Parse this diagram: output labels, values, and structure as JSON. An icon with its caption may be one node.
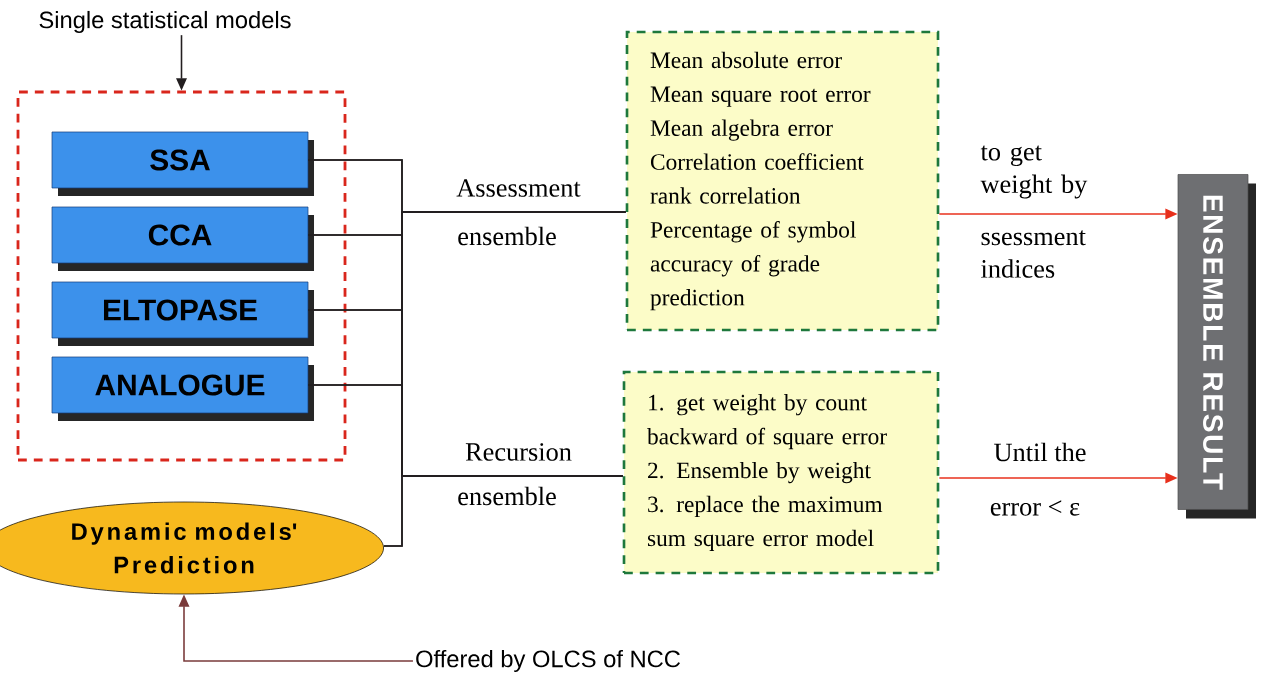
{
  "diagram": {
    "nodes": [
      {
        "text": [
          "Single statistical models"
        ]
      },
      {
        "text": [],
        "shape": "box"
      },
      {
        "text": [
          "SSA"
        ],
        "in": 1
      },
      {
        "text": [
          "CCA"
        ],
        "in": 1
      },
      {
        "text": [
          "ELTOPASE"
        ],
        "in": 1
      },
      {
        "text": [
          "ANALOGUE"
        ],
        "in": 1
      },
      {
        "text": [
          "Dynamic models' Prediction"
        ]
      },
      {
        "text": [
          "Offered by OLCS of NCC"
        ]
      },
      {
        "text": [
          "Mean absolute error",
          "Mean square root error",
          "Mean algebra error",
          "Correlation coefficient",
          "rank correlation",
          "Percentage of symbol accuracy of grade prediction"
        ]
      },
      {
        "text": [
          "1. get weight by count backward of square error",
          "2. Ensemble by weight",
          "3. replace the maximum sum square error model"
        ]
      },
      {
        "text": [
          "ENSEMBLE RESULT"
        ]
      }
    ],
    "edges": [
      {
        "from": 0,
        "to": 1,
        "arrow": "to"
      },
      {
        "from": 2,
        "to": 8,
        "arrow": "none",
        "label": "Assessment"
      },
      {
        "from": 3,
        "to": 8,
        "arrow": "none"
      },
      {
        "from": 4,
        "to": 8,
        "arrow": "none"
      },
      {
        "from": 5,
        "to": 8,
        "arrow": "none"
      },
      {
        "from": 6,
        "to": 8,
        "arrow": "none"
      },
      {
        "from": 2,
        "to": 9,
        "arrow": "none",
        "label": "Recursion"
      },
      {
        "from": 3,
        "to": 9,
        "arrow": "none"
      },
      {
        "from": 4,
        "to": 9,
        "arrow": "none"
      },
      {
        "from": 5,
        "to": 9,
        "arrow": "none"
      },
      {
        "from": 6,
        "to": 9,
        "arrow": "none"
      },
      {
        "from": 8,
        "to": 10,
        "arrow": "to",
        "label": "to get weight by",
        "color": "#e8301c"
      },
      {
        "from": 9,
        "to": 10,
        "arrow": "to",
        "label": "Until the",
        "color": "#e8301c"
      },
      {
        "from": 7,
        "to": 6,
        "arrow": "to",
        "color": "#7a3b3b"
      }
    ],
    "labels": [
      "ensemble",
      "ensemble",
      "ssessment indices",
      "error < ε"
    ]
  }
}
